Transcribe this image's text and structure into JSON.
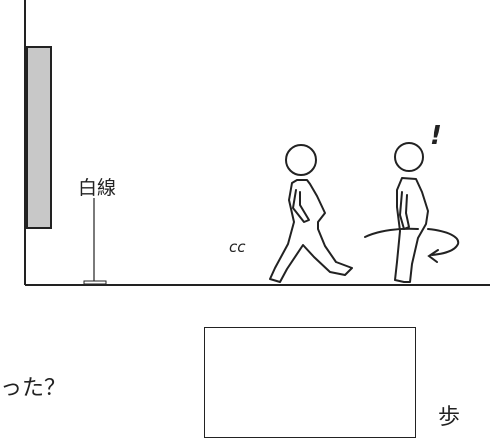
{
  "scene": {
    "white_line_label": "白線",
    "sound_effect": "cc",
    "exclamation": "!"
  },
  "question": {
    "text": "った？",
    "answer_value": "",
    "unit": "歩"
  }
}
